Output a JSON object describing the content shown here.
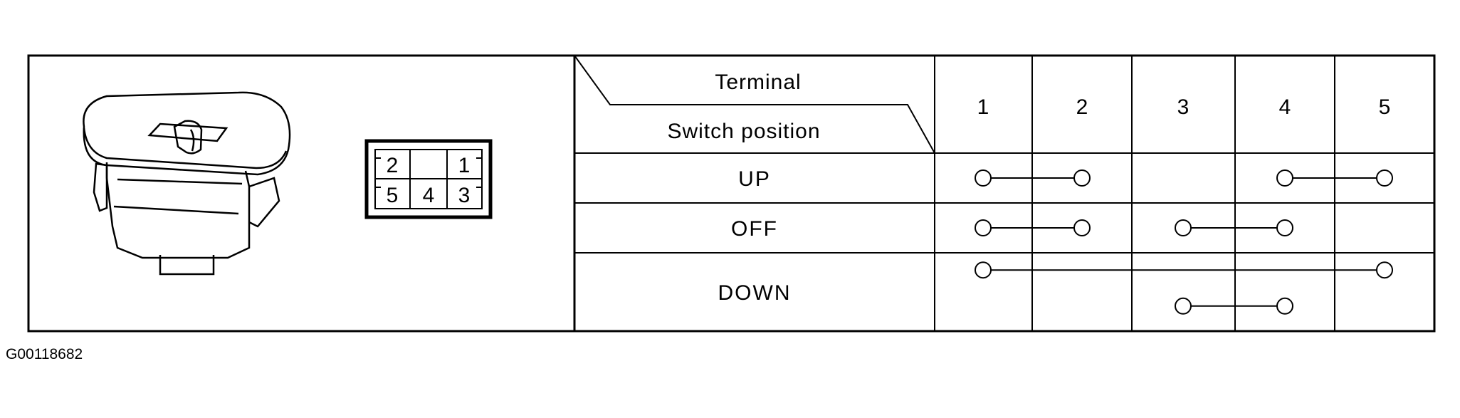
{
  "header": {
    "terminal_label": "Terminal",
    "switch_position_label": "Switch position"
  },
  "terminals": [
    "1",
    "2",
    "3",
    "4",
    "5"
  ],
  "connector_pins": {
    "top": [
      "2",
      "",
      "1"
    ],
    "bottom": [
      "5",
      "4",
      "3"
    ]
  },
  "positions": [
    {
      "label": "UP",
      "connections": [
        [
          1,
          2
        ],
        [
          4,
          5
        ]
      ]
    },
    {
      "label": "OFF",
      "connections": [
        [
          1,
          2
        ],
        [
          3,
          4
        ]
      ]
    },
    {
      "label": "DOWN",
      "connections": [
        [
          1,
          5
        ],
        [
          3,
          4
        ]
      ]
    }
  ],
  "figure_id": "G00118682"
}
